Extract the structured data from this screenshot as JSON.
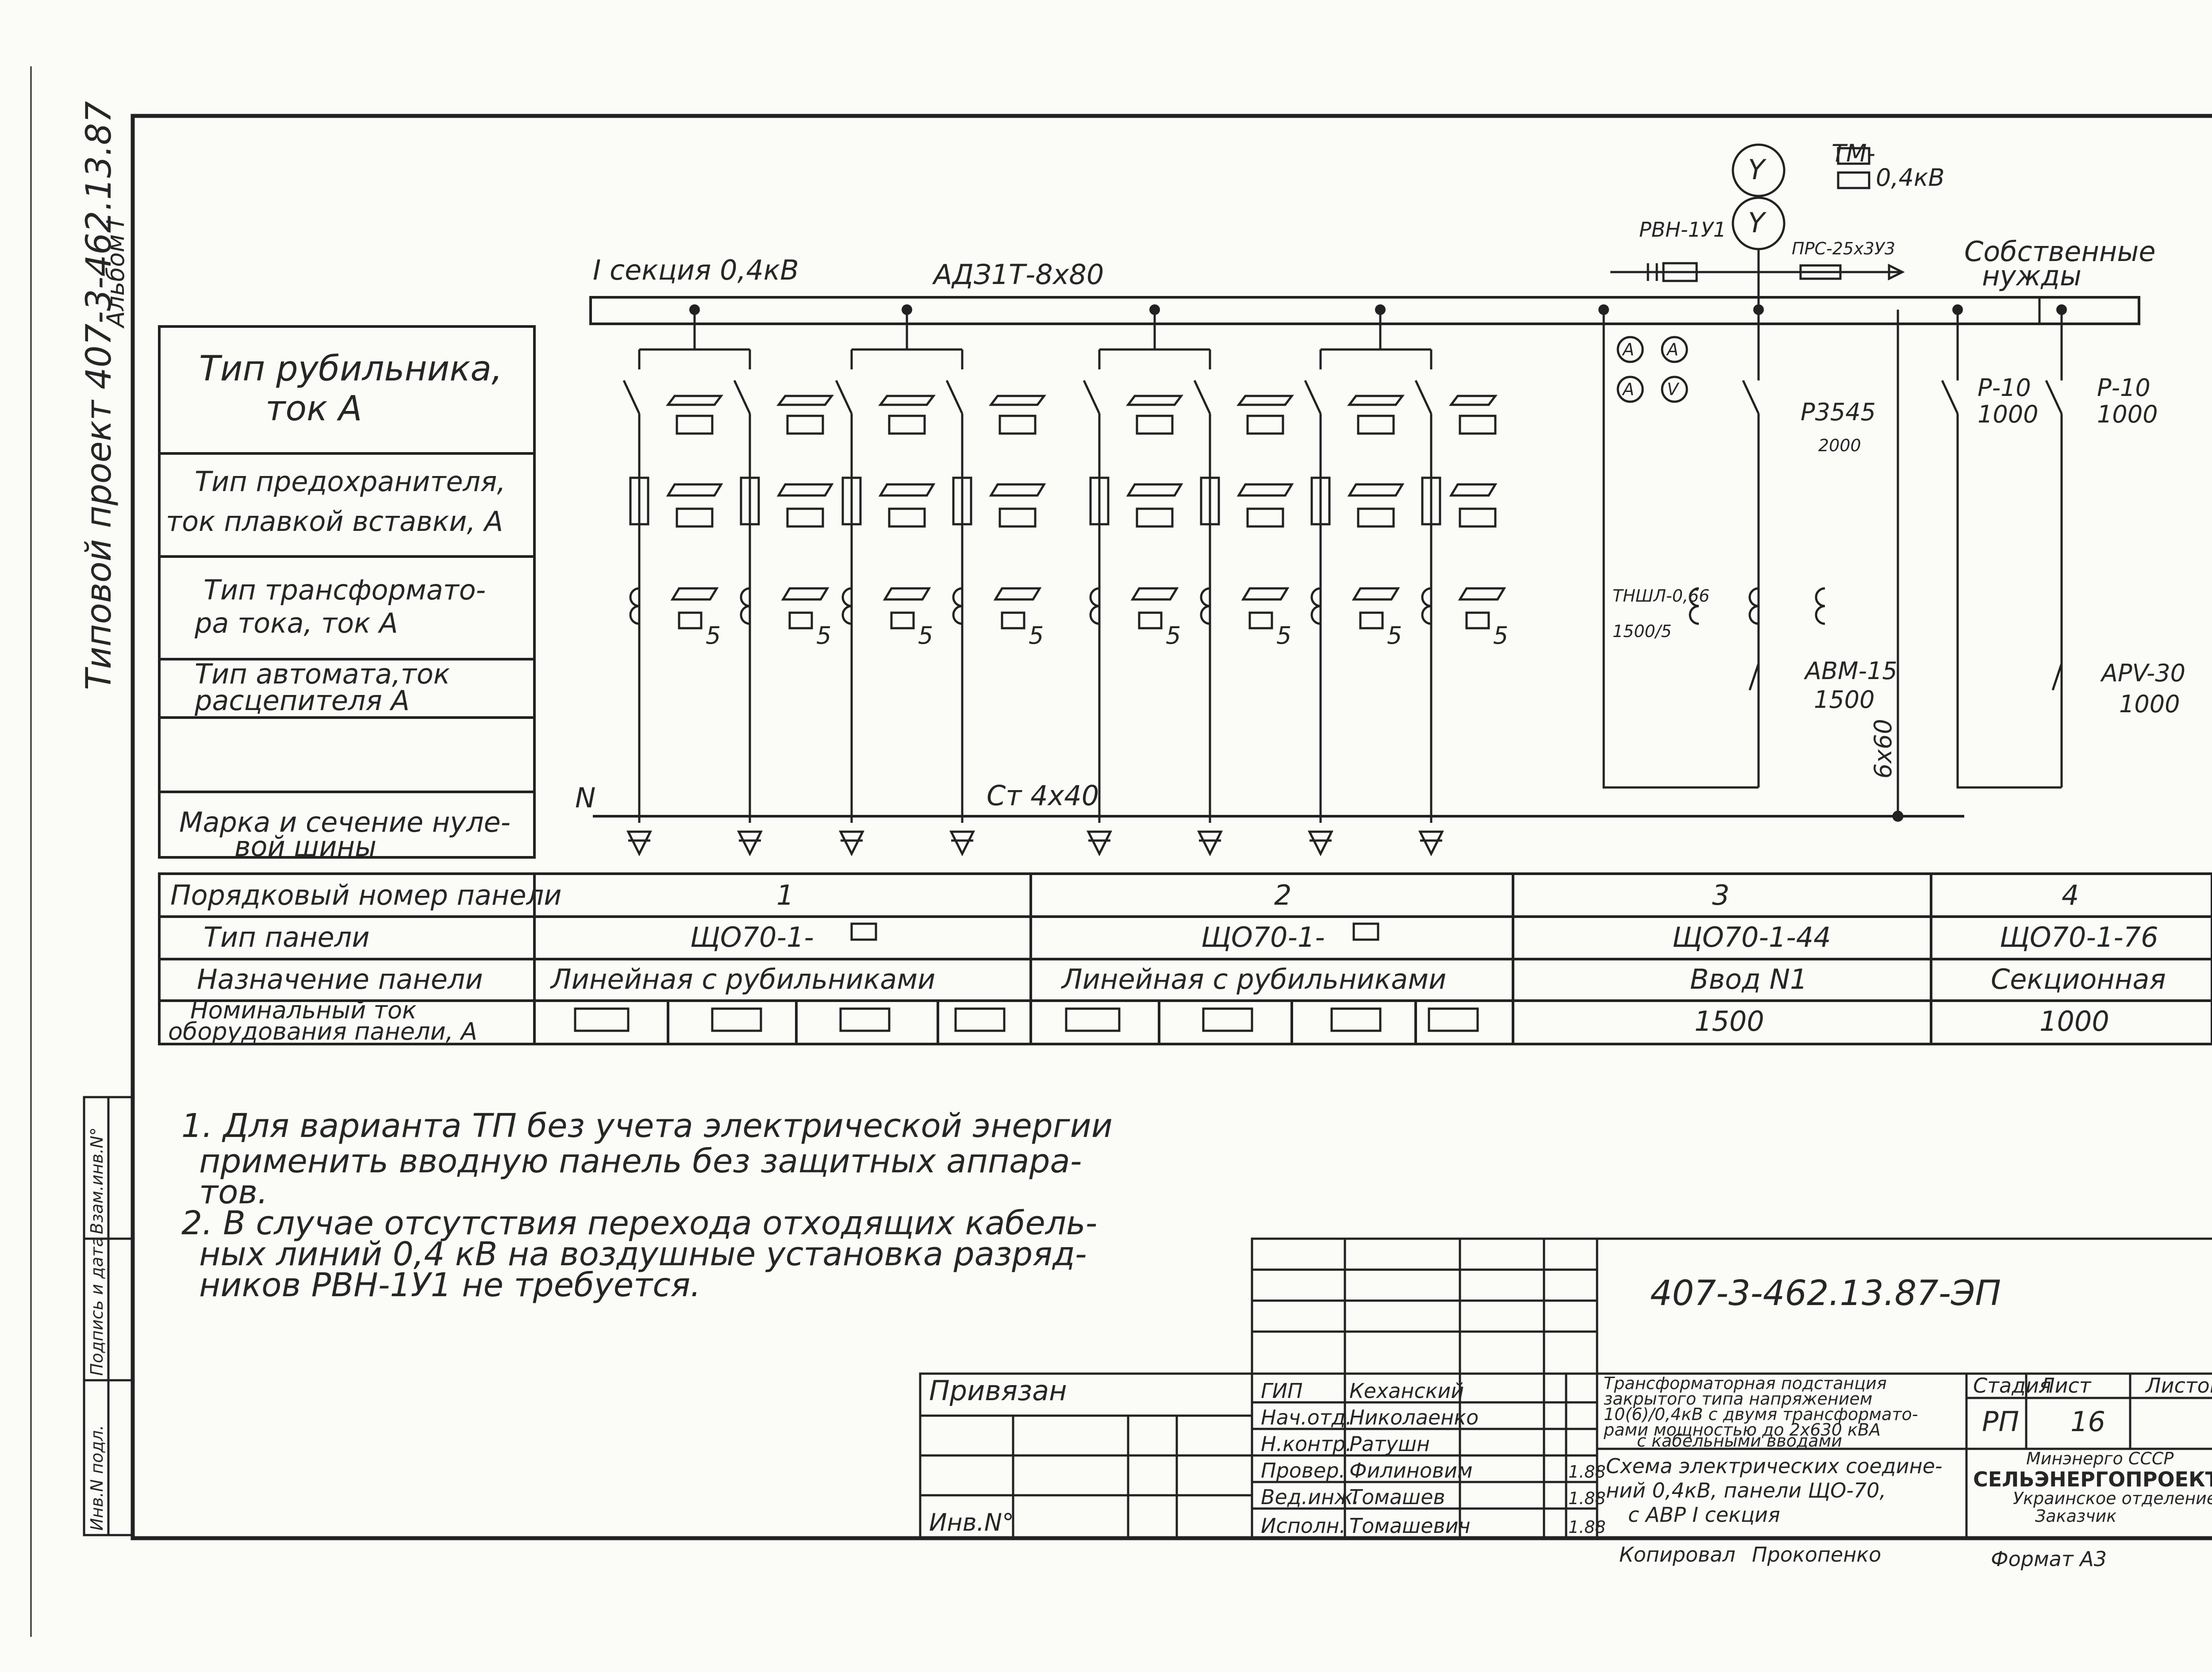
{
  "side": {
    "project": "Типовой проект 407-3-462.13.87",
    "album": "Альбом I"
  },
  "scheme": {
    "bus_label": "I секция 0,4кВ",
    "bus_mark": "АДЗ1Т-8x80",
    "rvn_label": "РВН-1У1",
    "prs_label": "ПРС-25x3У3",
    "tm_label": "ТМ-",
    "tm_voltage": "0,4кВ",
    "own_needs_1": "Собственные",
    "own_needs_2": "нужды",
    "n_label": "N",
    "neutral_bus": "Ст 4x40",
    "ammeter": "А",
    "voltmeter": "V",
    "rubilnik": "Р3545",
    "rubilnik_rating": "2000",
    "tshl": "ТНШЛ-0,66",
    "tshl_ratio": "1500/5",
    "avm_type": "АВМ-15",
    "avm_rating": "1500",
    "bar": "6x60",
    "p10_1": "Р-10",
    "p10_1_rating": "1000",
    "p10_2": "Р-10",
    "p10_2_rating": "1000",
    "apv_type": "АРV-30",
    "apv_rating": "1000",
    "ct_secondary": "5"
  },
  "rows": {
    "switch_1": "Тип рубильника,",
    "switch_2": "ток А",
    "fuse_1": "Тип предохранителя,",
    "fuse_2": "ток плавкой вставки, А",
    "ct_1": "Тип трансформато-",
    "ct_2": "ра тока, ток А",
    "auto_1": "Тип автомата,ток",
    "auto_2": "расцепителя А",
    "neutral_1": "Марка и сечение нуле-",
    "neutral_2": "вой шины",
    "order": "Порядковый номер панели",
    "type": "Тип панели",
    "purpose": "Назначение панели",
    "current_1": "Номинальный ток",
    "current_2": "оборудования панели, А"
  },
  "panels": [
    {
      "number": "1",
      "type": "ЩО70-1-",
      "purpose": "Линейная с рубильниками",
      "current": ""
    },
    {
      "number": "2",
      "type": "ЩО70-1-",
      "purpose": "Линейная с рубильниками",
      "current": ""
    },
    {
      "number": "3",
      "type": "ЩО70-1-44",
      "purpose": "Ввод N1",
      "current": "1500"
    },
    {
      "number": "4",
      "type": "ЩО70-1-76",
      "purpose": "Секционная",
      "current": "1000"
    }
  ],
  "notes": {
    "n1_l1": "1. Для варианта ТП без учета электрической энергии",
    "n1_l2": "применить вводную панель без защитных аппара-",
    "n1_l3": "тов.",
    "n2_l1": "2. В случае отсутствия перехода отходящих кабель-",
    "n2_l2": "ных линий 0,4 кВ на воздушные установка разряд-",
    "n2_l3": "ников РВН-1У1 не требуется."
  },
  "stamp": {
    "code": "407-3-462.13.87-ЭП",
    "privyazan": "Привязан",
    "inv_no": "Инв.N°",
    "roles": [
      "ГИП",
      "Нач.отд.",
      "Н.контр.",
      "Провер.",
      "Вед.инж.",
      "Исполн."
    ],
    "names": [
      "Кеханский",
      "Николаенко",
      "Ратушн",
      "Филиновим",
      "Томашев",
      "Томашевич"
    ],
    "dates": [
      "",
      "",
      "",
      "1.88",
      "1.88",
      "1.88"
    ],
    "title_1": "Трансформаторная подстанция",
    "title_2": "закрытого типа напряжением",
    "title_3": "10(6)/0,4кВ с двумя трансформато-",
    "title_4": "рами мощностью до 2x630 кВА",
    "title_5": "с кабельными вводами",
    "sheet_1": "Схема электрических соедине-",
    "sheet_2": "ний 0,4кВ, панели ЩО-70,",
    "sheet_3": "с АВР I секция",
    "stage_h": "Стадия",
    "sheet_h": "Лист",
    "sheets_h": "Листов",
    "stage": "РП",
    "sheet": "16",
    "sheets": "",
    "org_1": "Минэнерго СССР",
    "org_2": "СЕЛЬЭНЕРГОПРОЕКТ",
    "org_3": "Украинское отделение",
    "org_4": "Заказчик",
    "copied": "Копировал",
    "copier": "Прокопенко",
    "format": "Формат А3"
  },
  "left_stamp": [
    "Инв.N подл.",
    "Подпись и дата",
    "Взам.инв.N°"
  ]
}
